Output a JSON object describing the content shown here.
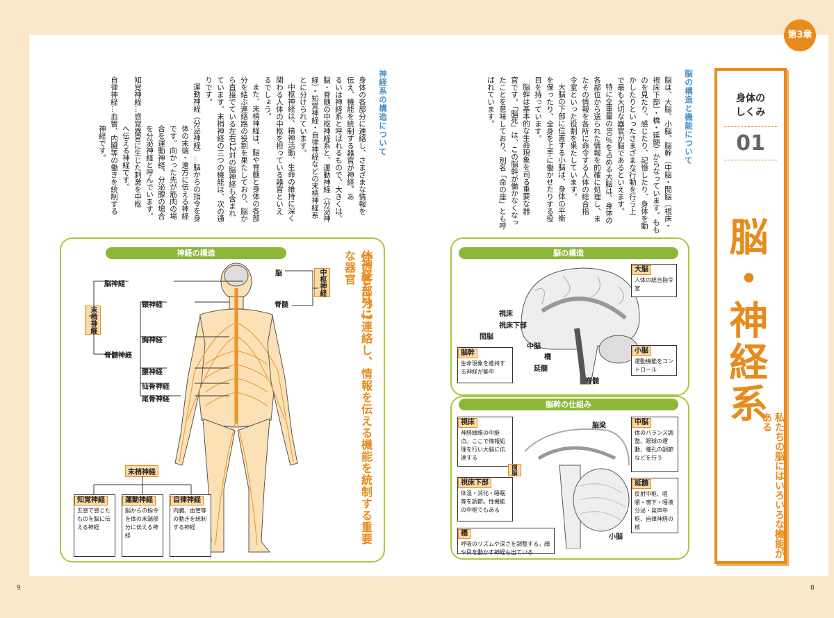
{
  "chapter_badge": "第3章",
  "side_tab": {
    "category_line1": "身体の",
    "category_line2": "しくみ",
    "number": "01",
    "main_title": "脳・神経系",
    "subtitle": "私たちの脳にはいろいろな機能がある"
  },
  "right_text": {
    "heading": "脳の構造と機能について",
    "col1": "脳は、大脳、小脳、脳幹（中脳・間脳〔視床・",
    "col2": "視床下部〕・橋・延髄）からなっています。もも",
    "col3": "のを見たり、感じたり、記憶したり、身体を動",
    "col4": "かしたりといったさまざまな行動を行う上",
    "col5": "で最も大切な器官が脳であるといえます。",
    "col6": "特に全重量の80％を占める大脳は、身体の",
    "col7": "各部位から送られた情報を的確に処理し、ま",
    "col8": "たその情報を各所に命令する人体の総合指",
    "col9": "令室といった役割を果たしています。",
    "col10": "大脳の下部に位置する小脳は、身体の平衡",
    "col11": "を保ったり、全身を上手に働かせたりする役",
    "col12": "目を持っています。",
    "col13": "脳幹は基本的な生命現象を司る重要な器",
    "col14": "官です。「脳死」は、この脳幹が働かなくなっ",
    "col15": "たことを意味しており、別名「命の座」とも呼",
    "col16": "ばれています。"
  },
  "left_text": {
    "heading": "神経系の構造について",
    "col1": "身体の各部分に連絡し、さまざまな情報を",
    "col2": "伝え、機能を統制する器官が神経。あ",
    "col3": "るいは神経系と呼ばれるもので、大きくは、",
    "col4": "脳・脊髄の中枢神経系と、運動神経（分泌神",
    "col5": "経）・知覚神経・自律神経などの末梢神経系",
    "col6": "とに分けられています。",
    "col7": "中枢神経は、精神活動、生命の維持に深く",
    "col8": "関わる人体の中枢を担っている器官といえ",
    "col9": "るでしょう。",
    "col10": "また、末梢神経は、脳や脊髄と身体の各部",
    "col11": "分を結ぶ連絡路の役割を果たしており、脳か",
    "col12": "ら直接でている左右12対の脳神経も含まれ",
    "col13": "ています。末梢神経の三つの機能は、次の通",
    "col14": "りです。",
    "col15": "運動神経（分泌神経）…脳からの指令を身",
    "col16": "体の末端・遠方に伝える神経",
    "col17": "です。向かった先が筋肉の場",
    "col18": "合を運動神経、分泌腺の場合",
    "col19": "を分泌神経と呼んでいます。",
    "col20": "知覚神経…感覚器官に生じた刺激を中枢",
    "col21": "へ伝える神経です。",
    "col22": "自律神経…血管、内臓等の働きを統制する",
    "col23": "神経です。"
  },
  "nerve_panel": {
    "title": "神経の構造",
    "callout_title": "【神経とは？】",
    "callout_text": "体の各部分に連絡し、情報を伝える機能を統制する重要な器官",
    "central": "中枢神経",
    "brain": "脳",
    "spinal": "脊髄",
    "peripheral_v": "末梢神経",
    "cranial": "脳神経",
    "cervical": "頸神経",
    "spinal_nerve": "脊髄神経",
    "thoracic": "胸神経",
    "lumbar": "腰神経",
    "sacral": "仙骨神経",
    "coccygeal": "尾骨神経",
    "peripheral": "末梢神経",
    "sensory": "知覚神経",
    "sensory_desc": "五感で感じたものを脳に伝える神経",
    "motor": "運動神経",
    "motor_desc": "脳からの指令を体の末端部分に伝える神経",
    "autonomic": "自律神経",
    "autonomic_desc": "内臓、血管等の動きを統制する神経"
  },
  "brain_panel": {
    "title": "脳の構造",
    "cerebrum": "大脳",
    "cerebrum_desc": "人体の総合指令室",
    "thalamus": "視床",
    "hypothalamus": "視床下部",
    "diencephalon": "間脳",
    "midbrain": "中脳",
    "pons": "橋",
    "brainstem": "脳幹",
    "brainstem_desc": "生命現象を維持する神経が集中",
    "medulla": "延髄",
    "cerebellum": "小脳",
    "cerebellum_desc": "運動機能をコントロール",
    "spinal": "脊髄"
  },
  "stem_panel": {
    "title": "脳幹の仕組み",
    "thalamus": "視床",
    "thalamus_desc": "神経線維の中継点。ここで情報処理を行い大脳に伝達する",
    "corpus": "脳梁",
    "midbrain": "中脳",
    "midbrain_desc": "体のバランス調整、眼球の運動、瞳孔の調節などを行う",
    "diencephalon": "間脳",
    "hypothalamus": "視床下部",
    "hypothalamus_desc": "体温・消化・睡眠等を調節。性機能の中枢でもある",
    "medulla": "延髄",
    "medulla_desc": "反射中枢、咀嚼・嚥下・唾液分泌・発声中枢、自律神経の核",
    "pons": "橋",
    "pons_desc": "呼吸のリズムや深さを調整する。顔や目を動かす神経も出ている",
    "cerebellum": "小脳"
  },
  "page_left": "9",
  "page_right": "8",
  "colors": {
    "orange": "#e88b1d",
    "green": "#8cb83a",
    "blue": "#4a90c8",
    "cream": "#fbe7c9"
  }
}
